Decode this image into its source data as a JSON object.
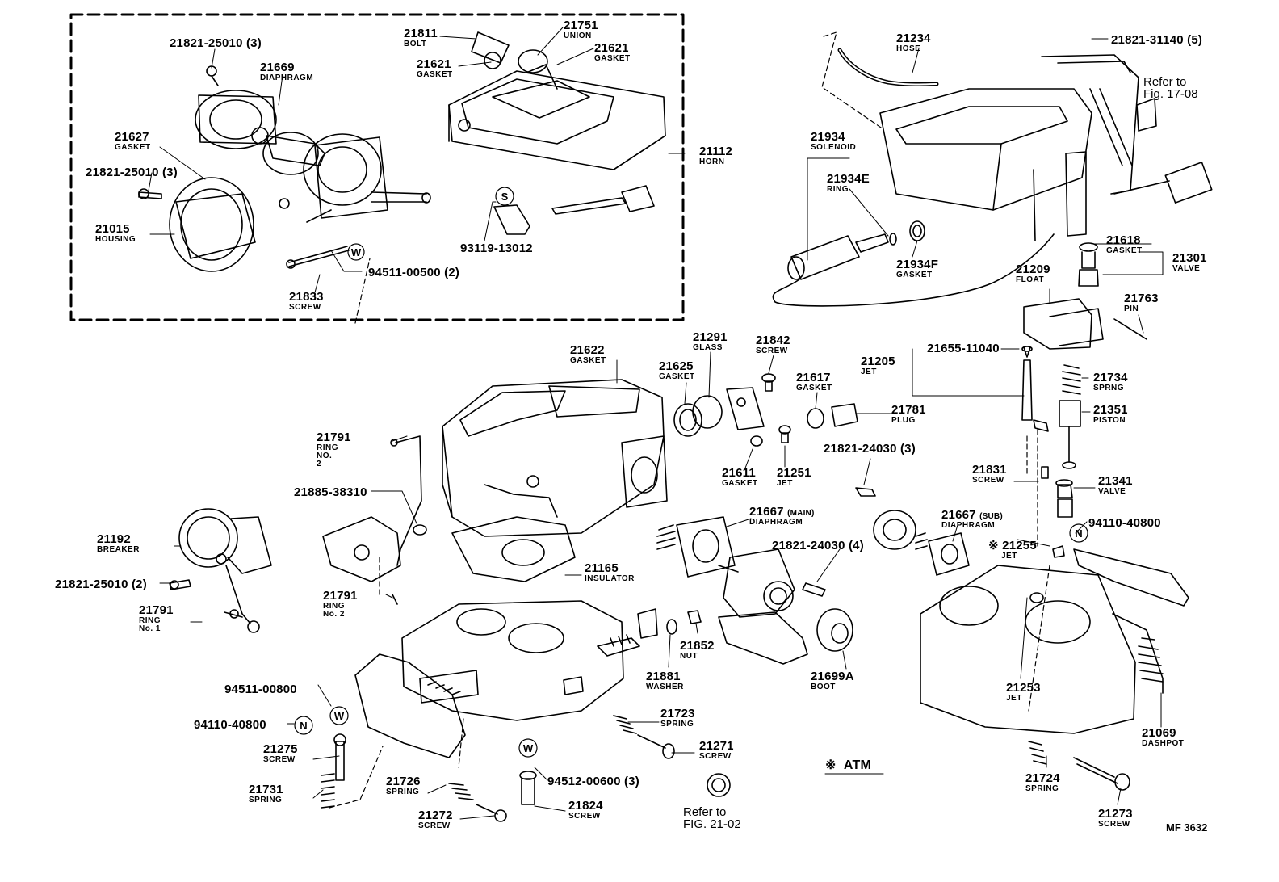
{
  "parts": [
    {
      "id": "p01",
      "number": "21821-25010 (3)"
    },
    {
      "id": "p02",
      "number": "21669",
      "name": "DIAPHRAGM"
    },
    {
      "id": "p03",
      "number": "21627",
      "name": "GASKET"
    },
    {
      "id": "p04",
      "number": "21821-25010 (3)"
    },
    {
      "id": "p05",
      "number": "21015",
      "name": "HOUSING"
    },
    {
      "id": "p06",
      "number": "94511-00500 (2)"
    },
    {
      "id": "p07",
      "number": "21833",
      "name": "SCREW"
    },
    {
      "id": "p08",
      "number": "21811",
      "name": "BOLT"
    },
    {
      "id": "p09",
      "number": "21751",
      "name": "UNION"
    },
    {
      "id": "p10",
      "number": "21621",
      "name": "GASKET"
    },
    {
      "id": "p11",
      "number": "21621",
      "name": "GASKET"
    },
    {
      "id": "p12",
      "number": "21112",
      "name": "HORN"
    },
    {
      "id": "p13",
      "number": "93119-13012"
    },
    {
      "id": "p14",
      "number": "21234",
      "name": "HOSE"
    },
    {
      "id": "p15",
      "number": "21821-31140 (5)"
    },
    {
      "id": "p16",
      "number": "Refer to",
      "name": "Fig. 17-08"
    },
    {
      "id": "p17",
      "number": "21934",
      "name": "SOLENOID"
    },
    {
      "id": "p18",
      "number": "21934E",
      "name": "RING"
    },
    {
      "id": "p19",
      "number": "21934F",
      "name": "GASKET"
    },
    {
      "id": "p20",
      "number": "21618",
      "name": "GASKET"
    },
    {
      "id": "p21",
      "number": "21301",
      "name": "VALVE"
    },
    {
      "id": "p22",
      "number": "21209",
      "name": "FLOAT"
    },
    {
      "id": "p23",
      "number": "21763",
      "name": "PIN"
    },
    {
      "id": "p24",
      "number": "21655-11040"
    },
    {
      "id": "p25",
      "number": "21205",
      "name": "JET"
    },
    {
      "id": "p26",
      "number": "21734",
      "name": "SPRNG"
    },
    {
      "id": "p27",
      "number": "21351",
      "name": "PISTON"
    },
    {
      "id": "p28",
      "number": "21831",
      "name": "SCREW"
    },
    {
      "id": "p29",
      "number": "21341",
      "name": "VALVE"
    },
    {
      "id": "p30",
      "number": "94110-40800"
    },
    {
      "id": "p31",
      "number": "21255",
      "name": "JET"
    },
    {
      "id": "p32",
      "number": "21622",
      "name": "GASKET"
    },
    {
      "id": "p33",
      "number": "21625",
      "name": "GASKET"
    },
    {
      "id": "p34",
      "number": "21291",
      "name": "GLASS"
    },
    {
      "id": "p35",
      "number": "21842",
      "name": "SCREW"
    },
    {
      "id": "p36",
      "number": "21617",
      "name": "GASKET"
    },
    {
      "id": "p37",
      "number": "21781",
      "name": "PLUG"
    },
    {
      "id": "p38",
      "number": "21611",
      "name": "GASKET"
    },
    {
      "id": "p39",
      "number": "21251",
      "name": "JET"
    },
    {
      "id": "p40",
      "number": "21821-24030 (3)"
    },
    {
      "id": "p41",
      "number": "21667",
      "name": "DIAPHRAGM",
      "tag": "(SUB)"
    },
    {
      "id": "p42",
      "number": "21791",
      "name": "RING NO. 2"
    },
    {
      "id": "p43",
      "number": "21885-38310"
    },
    {
      "id": "p44",
      "number": "21192",
      "name": "BREAKER"
    },
    {
      "id": "p45",
      "number": "21821-25010 (2)"
    },
    {
      "id": "p46",
      "number": "21791",
      "name": "RING No. 1"
    },
    {
      "id": "p47",
      "number": "21791",
      "name": "RING No. 2"
    },
    {
      "id": "p48",
      "number": "21165",
      "name": "INSULATOR"
    },
    {
      "id": "p49",
      "number": "21667",
      "name": "DIAPHRAGM",
      "tag": "(MAIN)"
    },
    {
      "id": "p50",
      "number": "21821-24030 (4)"
    },
    {
      "id": "p51",
      "number": "21852",
      "name": "NUT"
    },
    {
      "id": "p52",
      "number": "21881",
      "name": "WASHER"
    },
    {
      "id": "p53",
      "number": "21699A",
      "name": "BOOT"
    },
    {
      "id": "p54",
      "number": "21253",
      "name": "JET"
    },
    {
      "id": "p55",
      "number": "21069",
      "name": "DASHPOT"
    },
    {
      "id": "p56",
      "number": "94511-00800"
    },
    {
      "id": "p57",
      "number": "94110-40800"
    },
    {
      "id": "p58",
      "number": "21275",
      "name": "SCREW"
    },
    {
      "id": "p59",
      "number": "21731",
      "name": "SPRING"
    },
    {
      "id": "p60",
      "number": "21726",
      "name": "SPRING"
    },
    {
      "id": "p61",
      "number": "21272",
      "name": "SCREW"
    },
    {
      "id": "p62",
      "number": "94512-00600 (3)"
    },
    {
      "id": "p63",
      "number": "21824",
      "name": "SCREW"
    },
    {
      "id": "p64",
      "number": "21723",
      "name": "SPRING"
    },
    {
      "id": "p65",
      "number": "21271",
      "name": "SCREW"
    },
    {
      "id": "p66",
      "number": "Refer to",
      "name": "FIG. 21-02"
    },
    {
      "id": "p67",
      "number": "21724",
      "name": "SPRING"
    },
    {
      "id": "p68",
      "number": "21273",
      "name": "SCREW"
    }
  ],
  "markers": {
    "washer": "W",
    "nut": "N",
    "seal": "S"
  },
  "legend": {
    "symbol": "※",
    "text": "ATM"
  },
  "figure_code": "MF 3632"
}
